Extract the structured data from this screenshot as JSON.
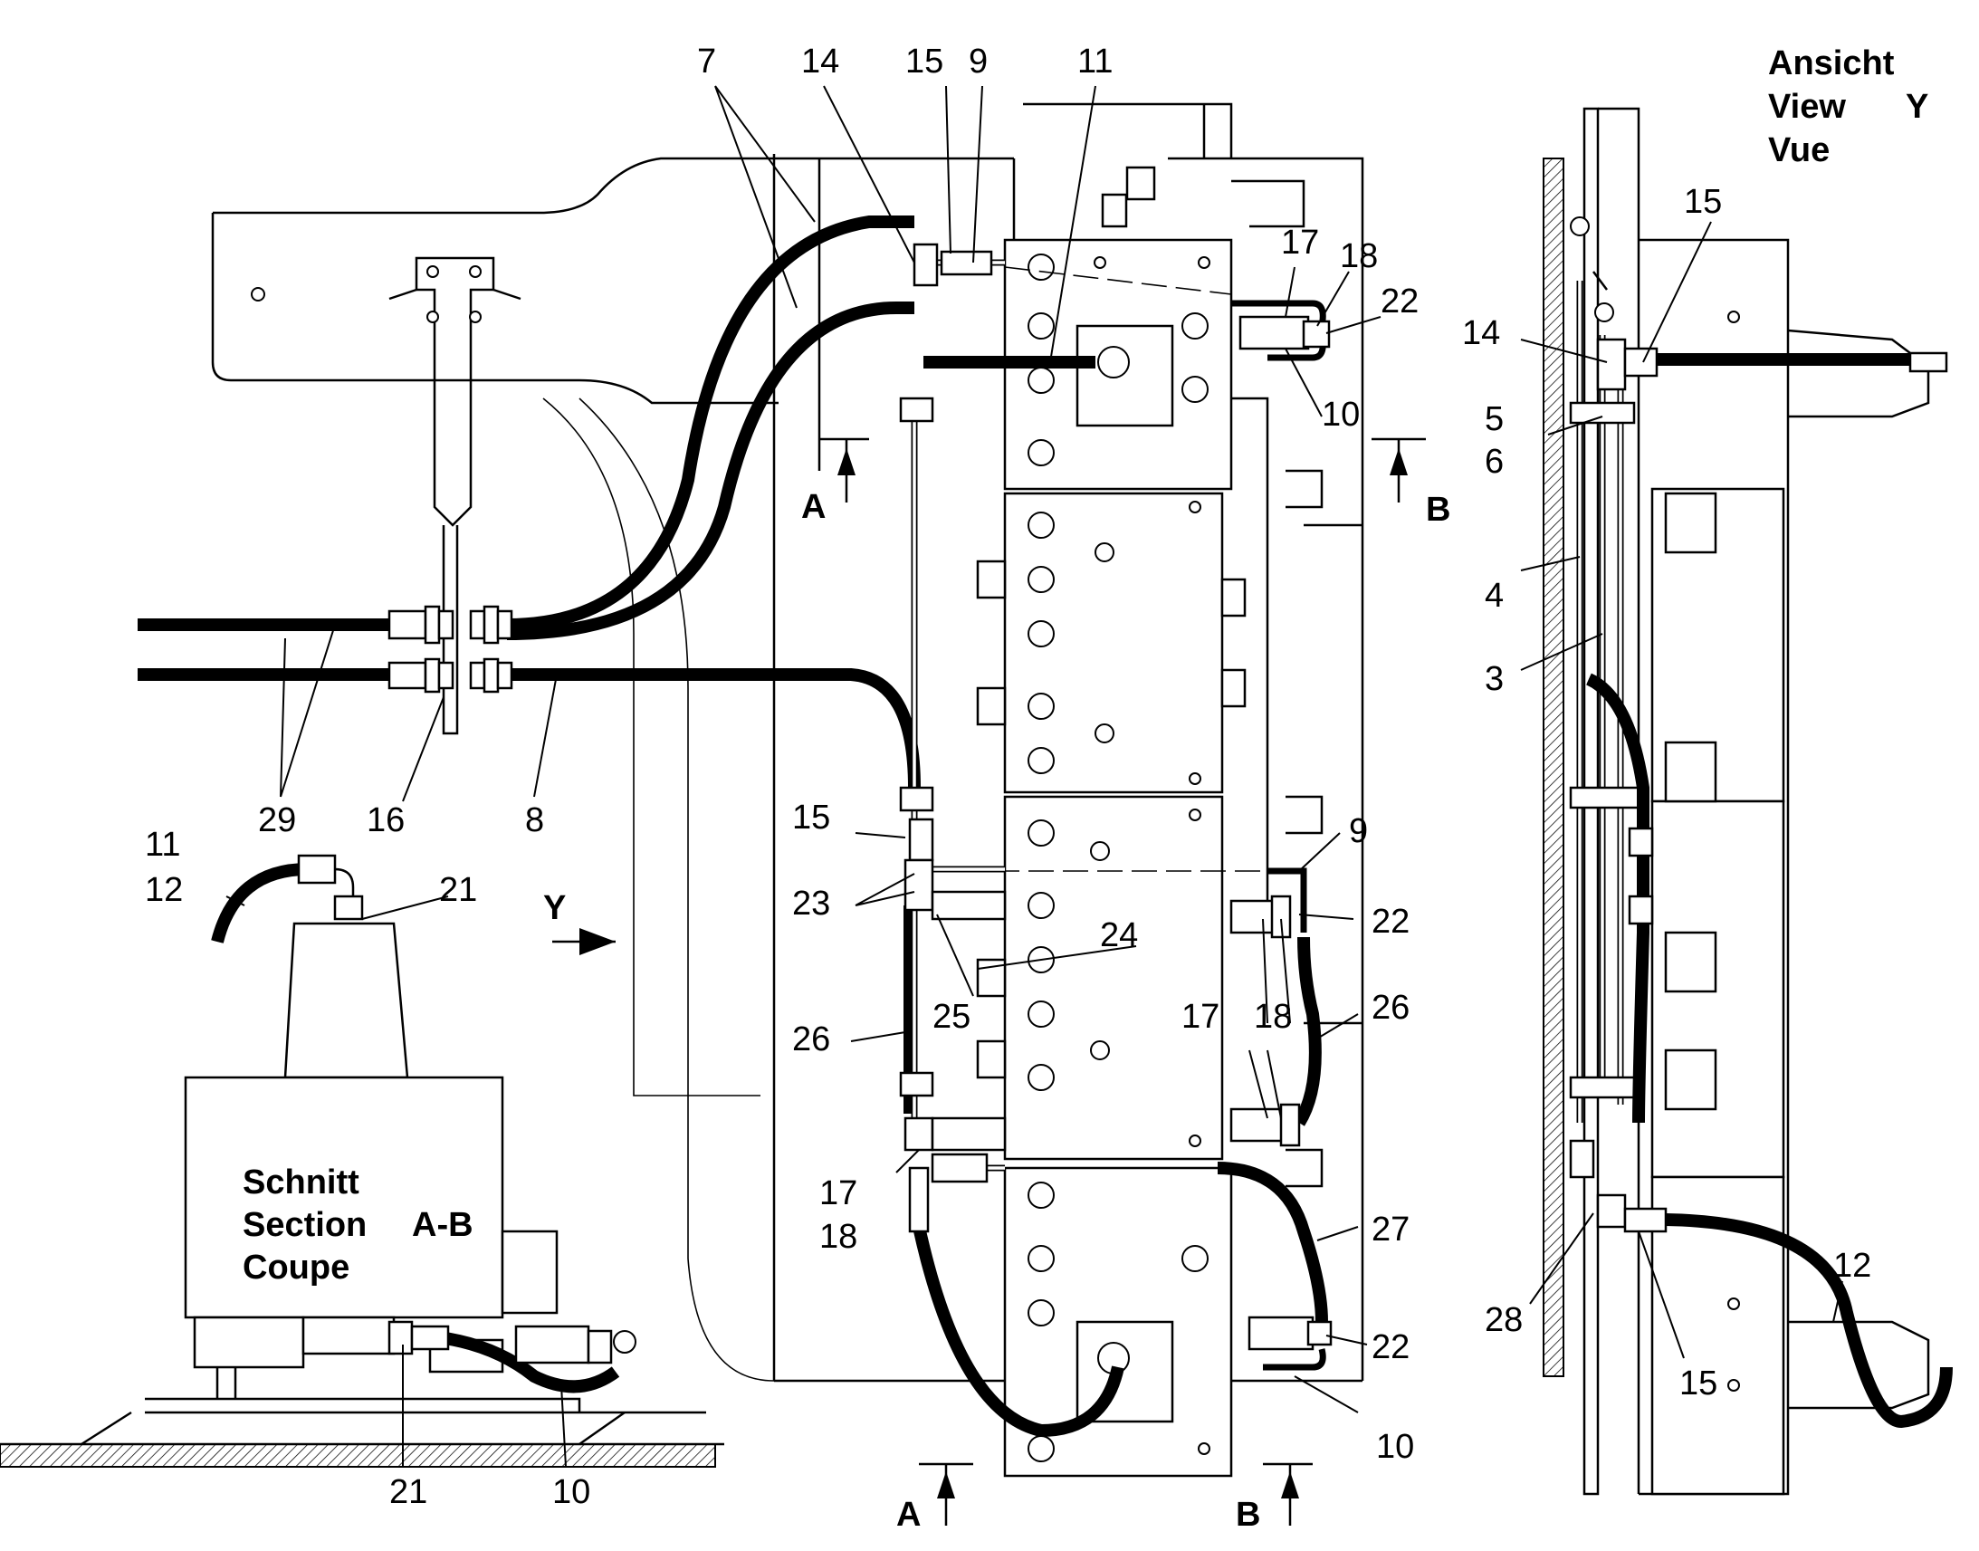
{
  "view_y_title": {
    "line1": "Ansicht",
    "line2": "View",
    "line3": "Vue",
    "letter": "Y"
  },
  "section_title": {
    "line1": "Schnitt",
    "line2": "Section",
    "line3": "Coupe",
    "letter": "A-B"
  },
  "section_marks": {
    "a": "A",
    "b": "B"
  },
  "view_arrow_label": "Y",
  "callouts": {
    "c7": "7",
    "c14_top": "14",
    "c15_top": "15",
    "c9_top": "9",
    "c11_top": "11",
    "c17_top": "17",
    "c18_top": "18",
    "c22_top": "22",
    "c10_top": "10",
    "c29": "29",
    "c16": "16",
    "c8": "8",
    "c11_inset": "11",
    "c12_inset": "12",
    "c21_inset": "21",
    "c15_mid": "15",
    "c23": "23",
    "c24": "24",
    "c25": "25",
    "c26_left": "26",
    "c9_mid": "9",
    "c22_mid": "22",
    "c17_mid": "17",
    "c18_mid": "18",
    "c26_right": "26",
    "c17_low": "17",
    "c18_low": "18",
    "c27": "27",
    "c22_low": "22",
    "c10_low": "10",
    "c21_section": "21",
    "c10_section": "10",
    "c15_view": "15",
    "c14_view": "14",
    "c5": "5",
    "c6": "6",
    "c4": "4",
    "c3": "3",
    "c12_view": "12",
    "c28": "28",
    "c15_view_low": "15"
  }
}
